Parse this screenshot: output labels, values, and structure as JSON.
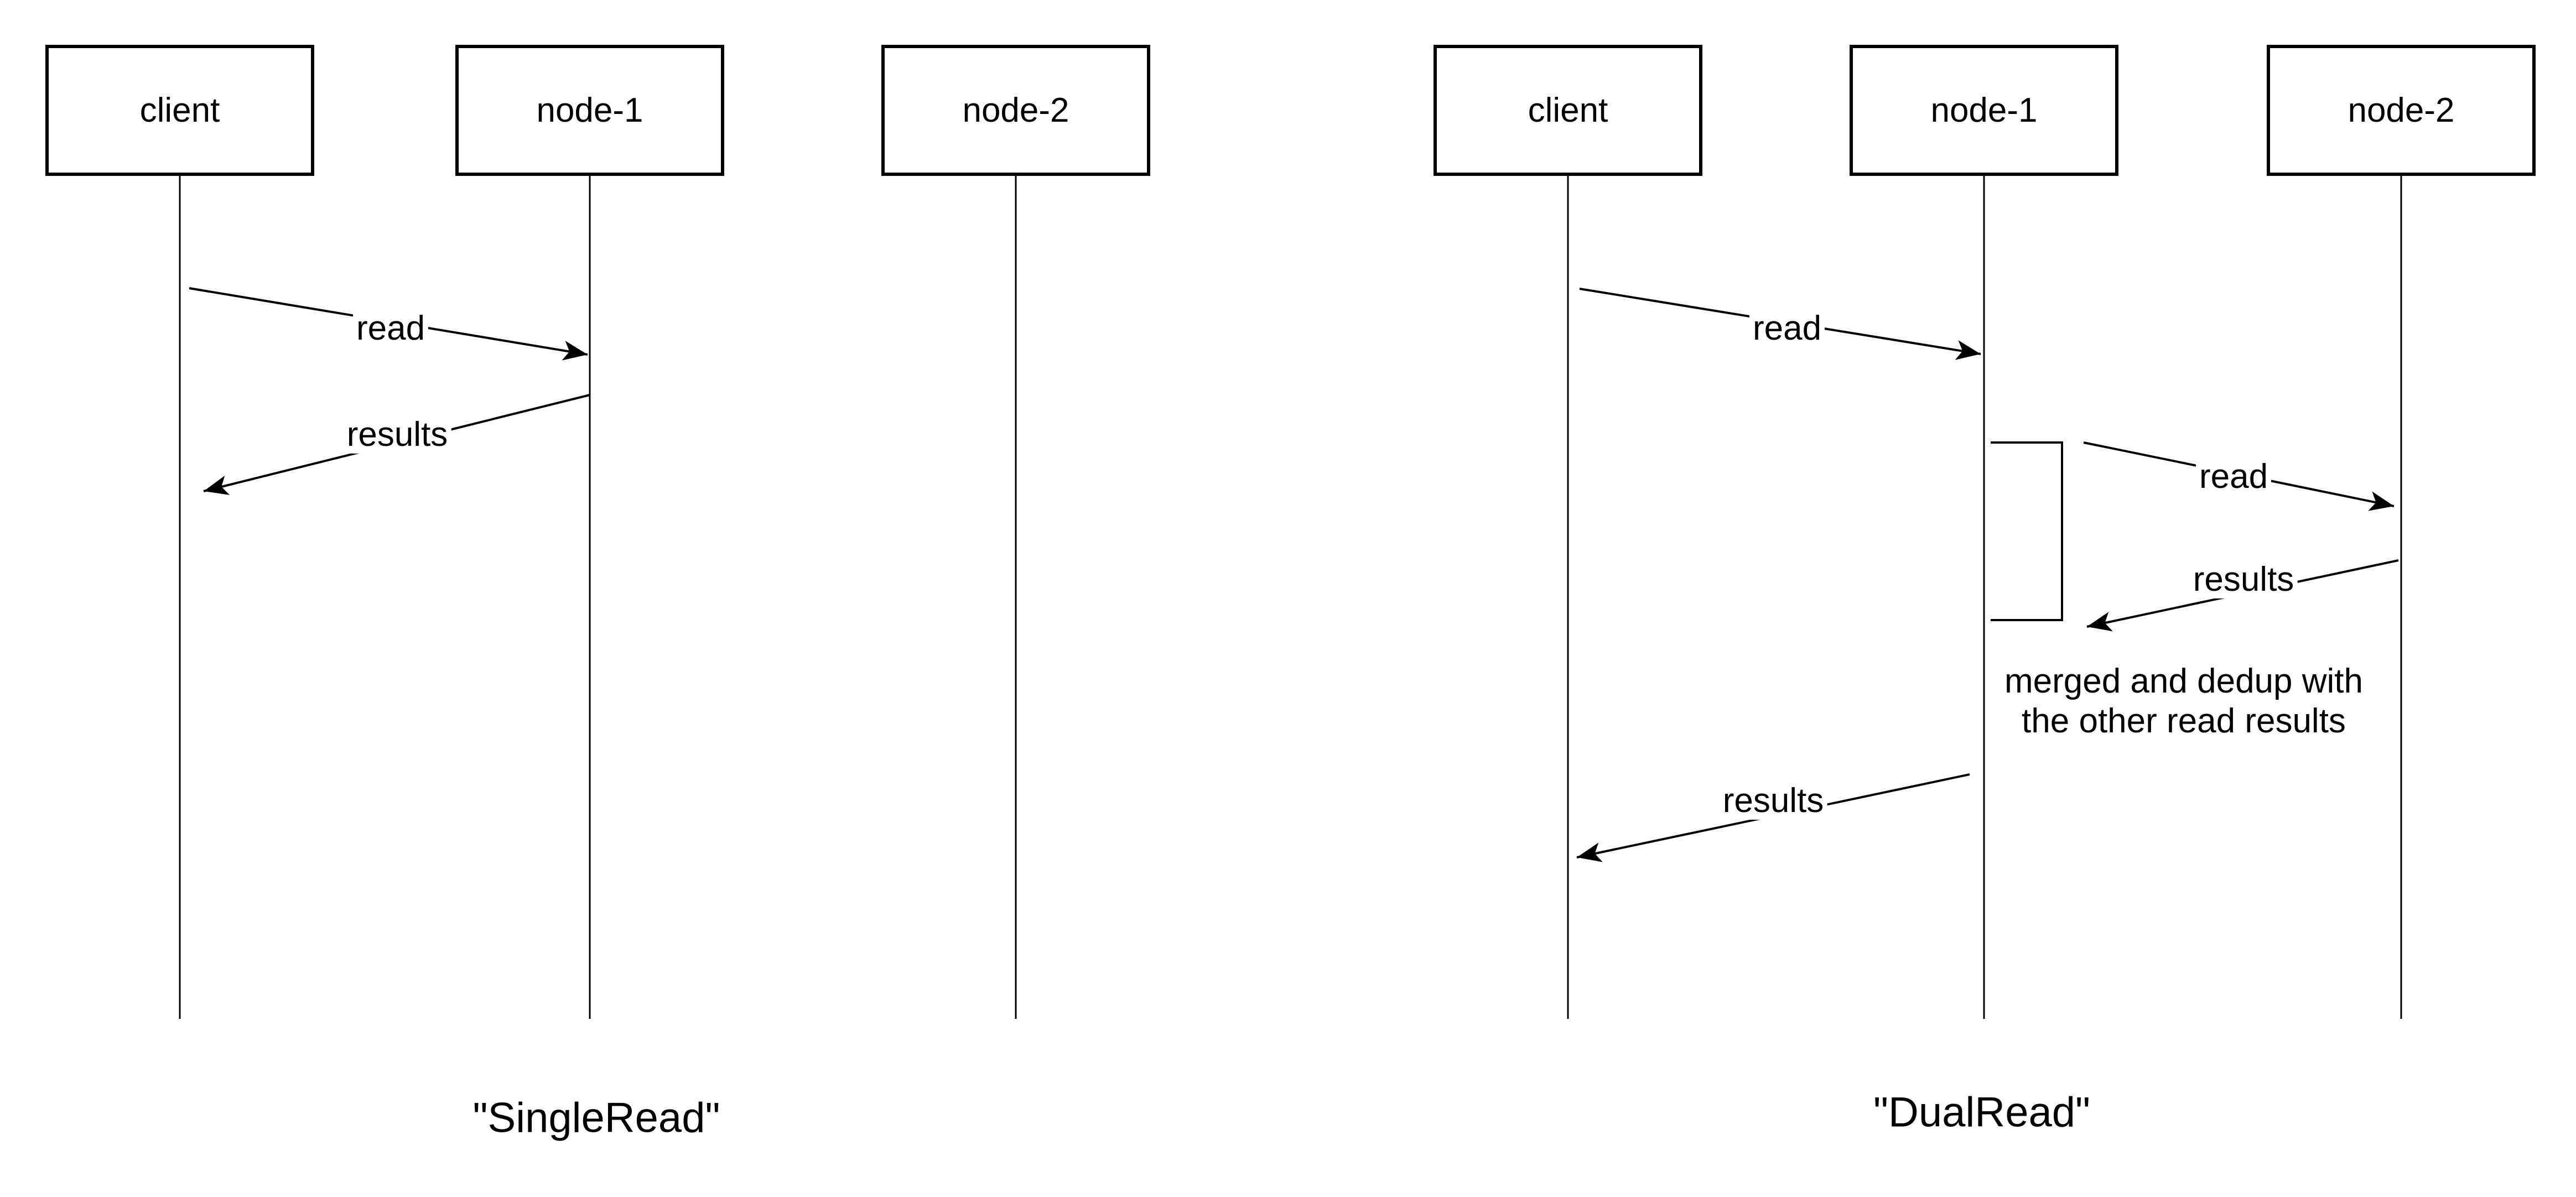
{
  "left": {
    "caption": "\"SingleRead\"",
    "actors": {
      "client": "client",
      "node1": "node-1",
      "node2": "node-2"
    },
    "messages": {
      "read": "read",
      "results": "results"
    }
  },
  "right": {
    "caption": "\"DualRead\"",
    "actors": {
      "client": "client",
      "node1": "node-1",
      "node2": "node-2"
    },
    "messages": {
      "read_client_node1": "read",
      "read_node1_node2": "read",
      "results_node2_node1": "results",
      "results_node1_client": "results"
    },
    "note": {
      "line1": "merged and dedup with",
      "line2": "the other read results"
    }
  },
  "colors": {
    "ink": "#000000",
    "background": "#ffffff"
  }
}
